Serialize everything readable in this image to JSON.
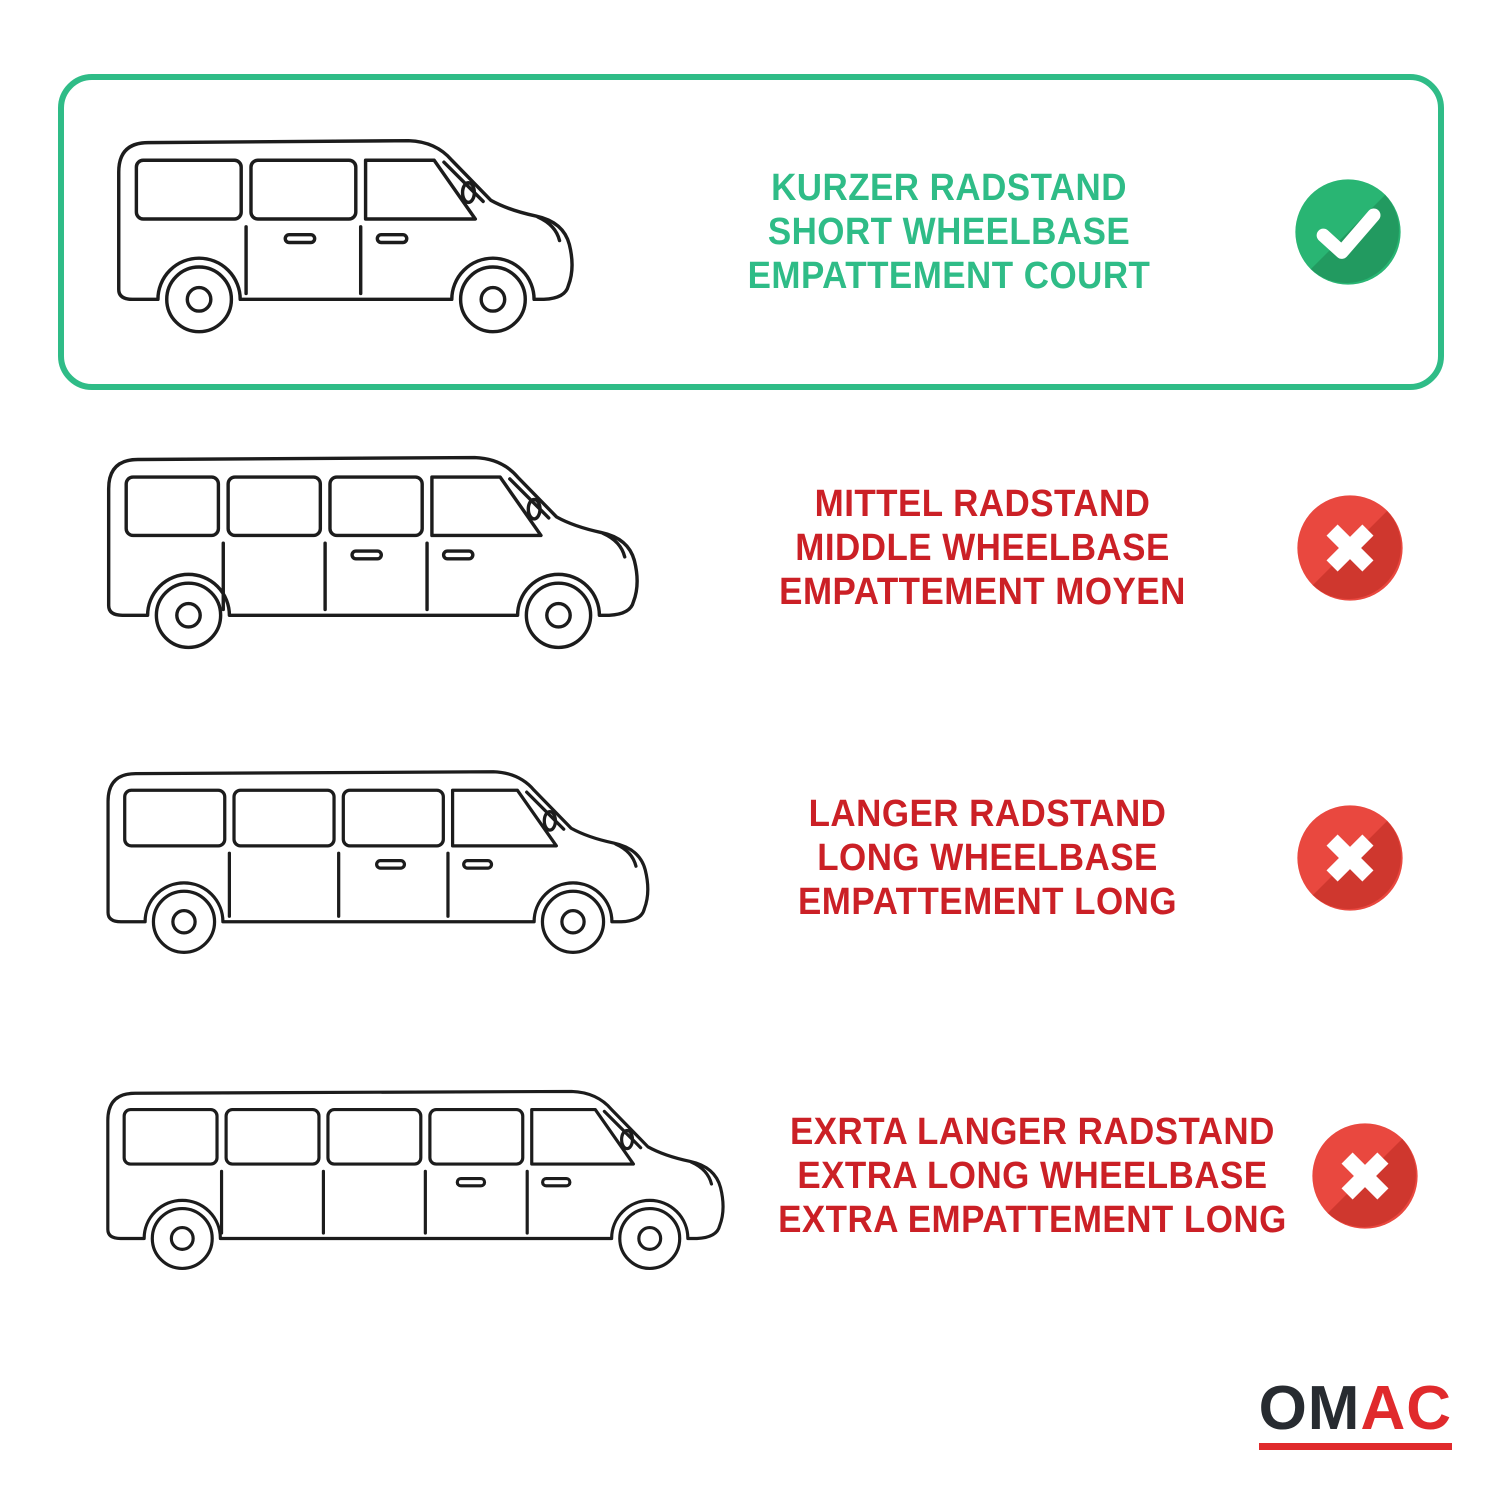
{
  "colors": {
    "green_accent": "#2fbc87",
    "check_circle": "#29b573",
    "check_circle_shade": "#229a60",
    "red_accent": "#cb2026",
    "cross_circle": "#e9483f",
    "cross_circle_shade": "#cf372e",
    "ink": "#1c1c1c",
    "logo_dark": "#272b30",
    "logo_red": "#e02a2c"
  },
  "icons": {
    "selected": "check-icon",
    "rejected": "cross-icon"
  },
  "rows": [
    {
      "name": "short-wheelbase",
      "selected": true,
      "status": "check",
      "lines": [
        "KURZER RADSTAND",
        "SHORT WHEELBASE",
        "EMPATTEMENT COURT"
      ]
    },
    {
      "name": "middle-wheelbase",
      "selected": false,
      "status": "cross",
      "lines": [
        "MITTEL RADSTAND",
        "MIDDLE WHEELBASE",
        "EMPATTEMENT MOYEN"
      ]
    },
    {
      "name": "long-wheelbase",
      "selected": false,
      "status": "cross",
      "lines": [
        "LANGER RADSTAND",
        "LONG WHEELBASE",
        "EMPATTEMENT LONG"
      ]
    },
    {
      "name": "extra-long-wheelbase",
      "selected": false,
      "status": "cross",
      "lines": [
        "EXRTA LANGER RADSTAND",
        "EXTRA LONG WHEELBASE",
        "EXTRA EMPATTEMENT LONG"
      ]
    }
  ],
  "logo": {
    "part1": "OM",
    "part2": "AC"
  }
}
